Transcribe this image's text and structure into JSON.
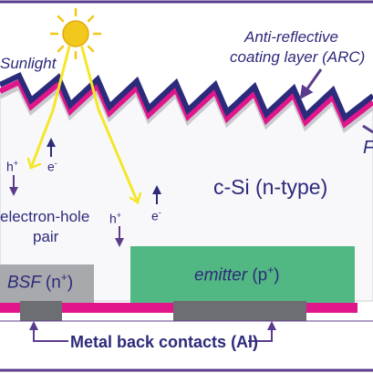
{
  "labels": {
    "sunlight": "Sunlight",
    "arc_line1": "Anti-reflective",
    "arc_line2": "coating layer (ARC)",
    "f_partial": "F",
    "csi": "c-Si (n-type)",
    "electron_hole_line1": "electron-hole",
    "electron_hole_line2": "pair",
    "bsf": "BSF",
    "bsf_doping": "(n",
    "bsf_sup": "+",
    "bsf_close": ")",
    "emitter": "emitter",
    "emitter_doping": "(p",
    "emitter_sup": "+",
    "emitter_close": ")",
    "metal": "Metal back contacts (Al)",
    "hole": "h",
    "hole_sup": "+",
    "electron": "e",
    "electron_sup": "-"
  },
  "colors": {
    "frame": "#5b3c8c",
    "text": "#2d2a7a",
    "arc_pink": "#e0168a",
    "arc_blue": "#2b2b7c",
    "silicon_bg": "#f8f8fa",
    "bsf_gray": "#a7a9ac",
    "emitter_green": "#52b883",
    "contact_gray": "#6d6e71",
    "sun": "#f2c81c",
    "ray": "#f5e62a"
  },
  "icons": {
    "sun": "sun-icon"
  }
}
